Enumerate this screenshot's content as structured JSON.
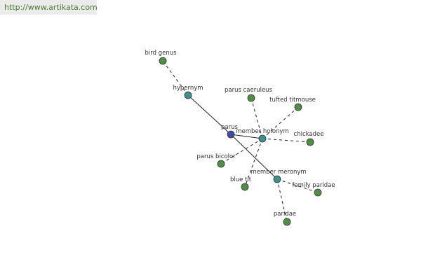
{
  "source_url": "http://www.artikata.com",
  "colors": {
    "center": "#3d4ba3",
    "relation": "#3f8f8f",
    "leaf": "#4f8f45",
    "node_stroke": "#333333"
  },
  "nodes": [
    {
      "id": "parus",
      "label": "parus",
      "kind": "center"
    },
    {
      "id": "hypernym",
      "label": "hypernym",
      "kind": "relation"
    },
    {
      "id": "member-holonym",
      "label": "member holonym",
      "kind": "relation"
    },
    {
      "id": "member-meronym",
      "label": "member meronym",
      "kind": "relation"
    },
    {
      "id": "bird-genus",
      "label": "bird genus",
      "kind": "leaf"
    },
    {
      "id": "parus-caeruleus",
      "label": "parus caeruleus",
      "kind": "leaf"
    },
    {
      "id": "tufted-titmouse",
      "label": "tufted titmouse",
      "kind": "leaf"
    },
    {
      "id": "chickadee",
      "label": "chickadee",
      "kind": "leaf"
    },
    {
      "id": "parus-bicolor",
      "label": "parus bicolor",
      "kind": "leaf"
    },
    {
      "id": "blue-tit",
      "label": "blue tit",
      "kind": "leaf"
    },
    {
      "id": "family-paridae",
      "label": "family paridae",
      "kind": "leaf"
    },
    {
      "id": "paridae",
      "label": "paridae",
      "kind": "leaf"
    }
  ],
  "edges": [
    {
      "from": "parus",
      "to": "hypernym",
      "style": "solid"
    },
    {
      "from": "parus",
      "to": "member-holonym",
      "style": "solid"
    },
    {
      "from": "parus",
      "to": "member-meronym",
      "style": "solid"
    },
    {
      "from": "hypernym",
      "to": "bird-genus",
      "style": "dashed"
    },
    {
      "from": "member-holonym",
      "to": "parus-caeruleus",
      "style": "dashed"
    },
    {
      "from": "member-holonym",
      "to": "tufted-titmouse",
      "style": "dashed"
    },
    {
      "from": "member-holonym",
      "to": "chickadee",
      "style": "dashed"
    },
    {
      "from": "member-holonym",
      "to": "parus-bicolor",
      "style": "dashed"
    },
    {
      "from": "member-holonym",
      "to": "blue-tit",
      "style": "dashed"
    },
    {
      "from": "member-meronym",
      "to": "family-paridae",
      "style": "dashed"
    },
    {
      "from": "member-meronym",
      "to": "paridae",
      "style": "dashed"
    }
  ]
}
